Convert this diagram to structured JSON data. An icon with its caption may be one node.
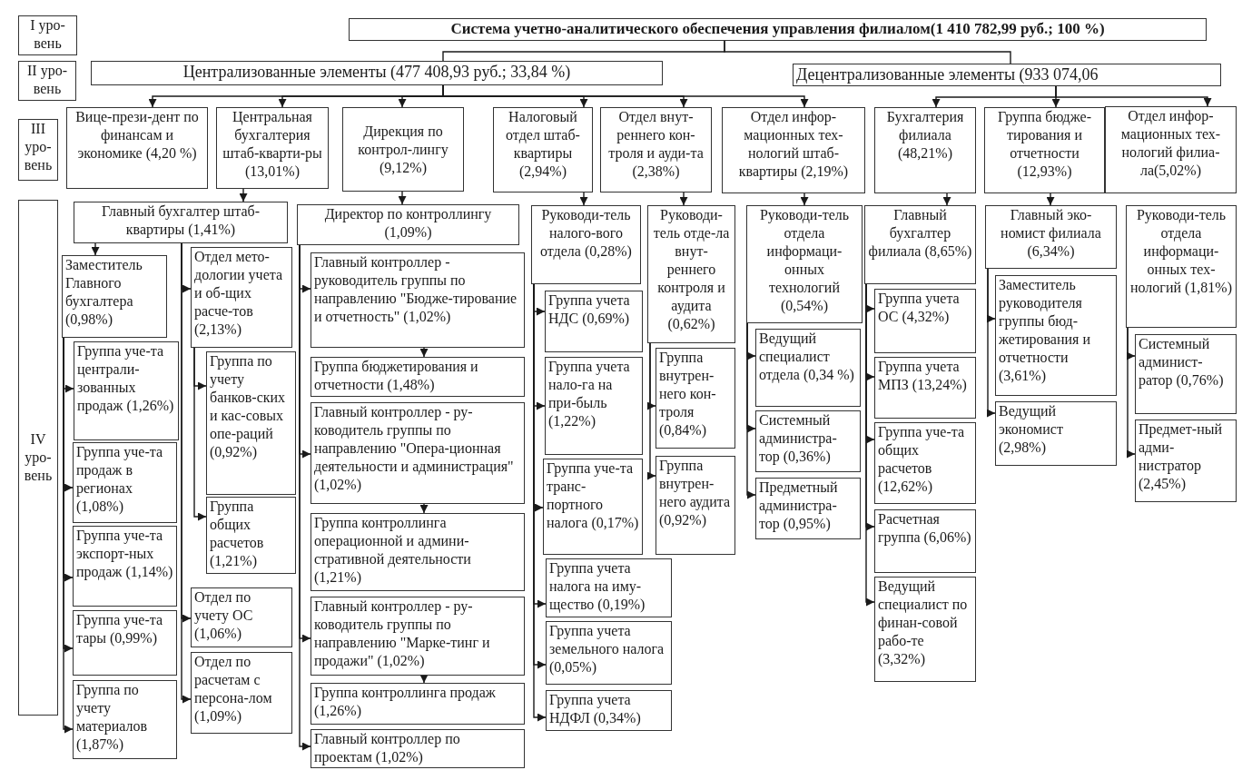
{
  "diagram": {
    "nodes": [
      {
        "text": [
          "I уро-вень"
        ]
      },
      {
        "text": [
          "II уро-вень"
        ]
      },
      {
        "text": [
          "III уро-вень"
        ]
      },
      {
        "text": [
          "IV уро-вень"
        ]
      },
      {
        "text": [
          "Система учетно-аналитического обеспечения управления филиалом(1 410 782,99 руб.; 100 %)"
        ]
      },
      {
        "text": [
          "Централизованные элементы (477 408,93 руб.; 33,84 %)"
        ]
      },
      {
        "text": [
          "Децентрализованные элементы (933 074,06"
        ]
      },
      {
        "text": [
          "Вице-прези-дент по финансам и экономике (4,20 %)"
        ]
      },
      {
        "text": [
          "Центральная бухгалтерия штаб-кварти-ры (13,01%)"
        ]
      },
      {
        "text": [
          "Дирекция по контрол-лингу (9,12%)"
        ]
      },
      {
        "text": [
          "Налоговый отдел штаб-квартиры (2,94%)"
        ]
      },
      {
        "text": [
          "Отдел внут-реннего кон-троля и ауди-та (2,38%)"
        ]
      },
      {
        "text": [
          "Отдел инфор-мационных тех-нологий штаб-квартиры (2,19%)"
        ]
      },
      {
        "text": [
          "Бухгалтерия филиала (48,21%)"
        ]
      },
      {
        "text": [
          "Группа бюдже-тирования и отчетности (12,93%)"
        ]
      },
      {
        "text": [
          "Отдел инфор-мационных тех-нологий филиа-ла(5,02%)"
        ]
      },
      {
        "text": [
          "Главный бухгалтер штаб-квартиры (1,41%)"
        ]
      },
      {
        "text": [
          "Заместитель Главного бухгалтера (0,98%)"
        ]
      },
      {
        "text": [
          "Группа уче-та централи-зованных продаж (1,26%)"
        ]
      },
      {
        "text": [
          "Группа уче-та продаж в регионах (1,08%)"
        ]
      },
      {
        "text": [
          "Группа уче-та экспорт-ных продаж (1,14%)"
        ]
      },
      {
        "text": [
          "Группа уче-та тары (0,99%)"
        ]
      },
      {
        "text": [
          "Группа по учету материалов (1,87%)"
        ]
      },
      {
        "text": [
          "Отдел мето-дологии учета и об-щих расче-тов (2,13%)"
        ]
      },
      {
        "text": [
          "Группа по учету банков-ских и кас-совых опе-раций (0,92%)"
        ]
      },
      {
        "text": [
          "Группа общих расчетов (1,21%)"
        ]
      },
      {
        "text": [
          "Отдел по учету ОС (1,06%)"
        ]
      },
      {
        "text": [
          "Отдел по расчетам с персона-лом (1,09%)"
        ]
      },
      {
        "text": [
          "Директор по контроллингу (1,09%)"
        ]
      },
      {
        "text": [
          "Главный контроллер - руководитель группы по направлению \"Бюдже-тирование и отчетность\" (1,02%)"
        ]
      },
      {
        "text": [
          "Группа бюджетирования и отчетности (1,48%)"
        ]
      },
      {
        "text": [
          "Главный контроллер - ру-ководитель группы по направлению \"Опера-ционная деятельности и администрация\" (1,02%)"
        ]
      },
      {
        "text": [
          "Группа контроллинга операционной и админи-стративной деятельности (1,21%)"
        ]
      },
      {
        "text": [
          "Главный контроллер - ру-ководитель группы по направлению \"Марке-тинг и продажи\" (1,02%)"
        ]
      },
      {
        "text": [
          "Группа контроллинга продаж (1,26%)"
        ]
      },
      {
        "text": [
          "Главный контроллер по проектам (1,02%)"
        ]
      },
      {
        "text": [
          "Руководи-тель налого-вого отдела (0,28%)"
        ]
      },
      {
        "text": [
          "Группа учета НДС (0,69%)"
        ]
      },
      {
        "text": [
          "Группа учета нало-га на при-быль (1,22%)"
        ]
      },
      {
        "text": [
          "Группа уче-та транс-портного налога (0,17%)"
        ]
      },
      {
        "text": [
          "Группа учета налога на иму-щество (0,19%)"
        ]
      },
      {
        "text": [
          "Группа учета земельного налога (0,05%)"
        ]
      },
      {
        "text": [
          "Группа учета НДФЛ (0,34%)"
        ]
      },
      {
        "text": [
          "Руководи-тель отде-ла внут-реннего контроля и аудита (0,62%)"
        ]
      },
      {
        "text": [
          "Группа внутрен-него кон-троля (0,84%)"
        ]
      },
      {
        "text": [
          "Группа внутрен-него аудита (0,92%)"
        ]
      },
      {
        "text": [
          "Руководи-тель отдела информаци-онных технологий (0,54%)"
        ]
      },
      {
        "text": [
          "Ведущий специалист отдела (0,34 %)"
        ]
      },
      {
        "text": [
          "Системный администра-тор (0,36%)"
        ]
      },
      {
        "text": [
          "Предметный администра-тор (0,95%)"
        ]
      },
      {
        "text": [
          "Главный бухгалтер филиала (8,65%)"
        ]
      },
      {
        "text": [
          "Группа учета ОС (4,32%)"
        ]
      },
      {
        "text": [
          "Группа учета МПЗ (13,24%)"
        ]
      },
      {
        "text": [
          "Группа уче-та общих расчетов (12,62%)"
        ]
      },
      {
        "text": [
          "Расчетная группа (6,06%)"
        ]
      },
      {
        "text": [
          "Ведущий специалист по финан-совой рабо-те (3,32%)"
        ]
      },
      {
        "text": [
          "Главный эко-номист филиала (6,34%)"
        ]
      },
      {
        "text": [
          "Заместитель руководителя группы бюд-жетирования и отчетности (3,61%)"
        ]
      },
      {
        "text": [
          "Ведущий экономист (2,98%)"
        ]
      },
      {
        "text": [
          "Руководи-тель отдела информаци-онных тех-нологий (1,81%)"
        ]
      },
      {
        "text": [
          "Системный админист-ратор (0,76%)"
        ]
      },
      {
        "text": [
          "Предмет-ный адми-нистратор (2,45%)"
        ]
      }
    ],
    "edges": [
      {
        "from": 4,
        "to": 5,
        "arrow": "none"
      },
      {
        "from": 4,
        "to": 6,
        "arrow": "none"
      },
      {
        "from": 5,
        "to": 7,
        "arrow": "to"
      },
      {
        "from": 5,
        "to": 8,
        "arrow": "to"
      },
      {
        "from": 5,
        "to": 9,
        "arrow": "to"
      },
      {
        "from": 5,
        "to": 10,
        "arrow": "to"
      },
      {
        "from": 5,
        "to": 11,
        "arrow": "to"
      },
      {
        "from": 5,
        "to": 12,
        "arrow": "to"
      },
      {
        "from": 6,
        "to": 13,
        "arrow": "to"
      },
      {
        "from": 6,
        "to": 14,
        "arrow": "to"
      },
      {
        "from": 6,
        "to": 15,
        "arrow": "to"
      },
      {
        "from": 8,
        "to": 16,
        "arrow": "to"
      },
      {
        "from": 16,
        "to": 17,
        "arrow": "to"
      },
      {
        "from": 17,
        "to": 18,
        "arrow": "to"
      },
      {
        "from": 17,
        "to": 19,
        "arrow": "to"
      },
      {
        "from": 17,
        "to": 20,
        "arrow": "to"
      },
      {
        "from": 17,
        "to": 21,
        "arrow": "to"
      },
      {
        "from": 17,
        "to": 22,
        "arrow": "to"
      },
      {
        "from": 16,
        "to": 23,
        "arrow": "to"
      },
      {
        "from": 23,
        "to": 24,
        "arrow": "to"
      },
      {
        "from": 23,
        "to": 25,
        "arrow": "to"
      },
      {
        "from": 16,
        "to": 26,
        "arrow": "to"
      },
      {
        "from": 16,
        "to": 27,
        "arrow": "to"
      },
      {
        "from": 9,
        "to": 28,
        "arrow": "to"
      },
      {
        "from": 28,
        "to": 29,
        "arrow": "to"
      },
      {
        "from": 29,
        "to": 30,
        "arrow": "to"
      },
      {
        "from": 28,
        "to": 31,
        "arrow": "to"
      },
      {
        "from": 31,
        "to": 32,
        "arrow": "to"
      },
      {
        "from": 28,
        "to": 33,
        "arrow": "to"
      },
      {
        "from": 33,
        "to": 34,
        "arrow": "to"
      },
      {
        "from": 28,
        "to": 35,
        "arrow": "to"
      },
      {
        "from": 10,
        "to": 36,
        "arrow": "to"
      },
      {
        "from": 36,
        "to": 37,
        "arrow": "to"
      },
      {
        "from": 36,
        "to": 38,
        "arrow": "to"
      },
      {
        "from": 36,
        "to": 39,
        "arrow": "to"
      },
      {
        "from": 36,
        "to": 40,
        "arrow": "to"
      },
      {
        "from": 36,
        "to": 41,
        "arrow": "to"
      },
      {
        "from": 36,
        "to": 42,
        "arrow": "to"
      },
      {
        "from": 11,
        "to": 43,
        "arrow": "to"
      },
      {
        "from": 43,
        "to": 44,
        "arrow": "to"
      },
      {
        "from": 43,
        "to": 45,
        "arrow": "to"
      },
      {
        "from": 12,
        "to": 46,
        "arrow": "to"
      },
      {
        "from": 46,
        "to": 47,
        "arrow": "to"
      },
      {
        "from": 46,
        "to": 48,
        "arrow": "to"
      },
      {
        "from": 46,
        "to": 49,
        "arrow": "to"
      },
      {
        "from": 13,
        "to": 50,
        "arrow": "to"
      },
      {
        "from": 50,
        "to": 51,
        "arrow": "to"
      },
      {
        "from": 50,
        "to": 52,
        "arrow": "to"
      },
      {
        "from": 50,
        "to": 53,
        "arrow": "to"
      },
      {
        "from": 50,
        "to": 54,
        "arrow": "to"
      },
      {
        "from": 50,
        "to": 55,
        "arrow": "to"
      },
      {
        "from": 14,
        "to": 56,
        "arrow": "to"
      },
      {
        "from": 56,
        "to": 57,
        "arrow": "to"
      },
      {
        "from": 56,
        "to": 58,
        "arrow": "to"
      },
      {
        "from": 59,
        "to": 60,
        "arrow": "to"
      },
      {
        "from": 59,
        "to": 61,
        "arrow": "to"
      }
    ]
  }
}
